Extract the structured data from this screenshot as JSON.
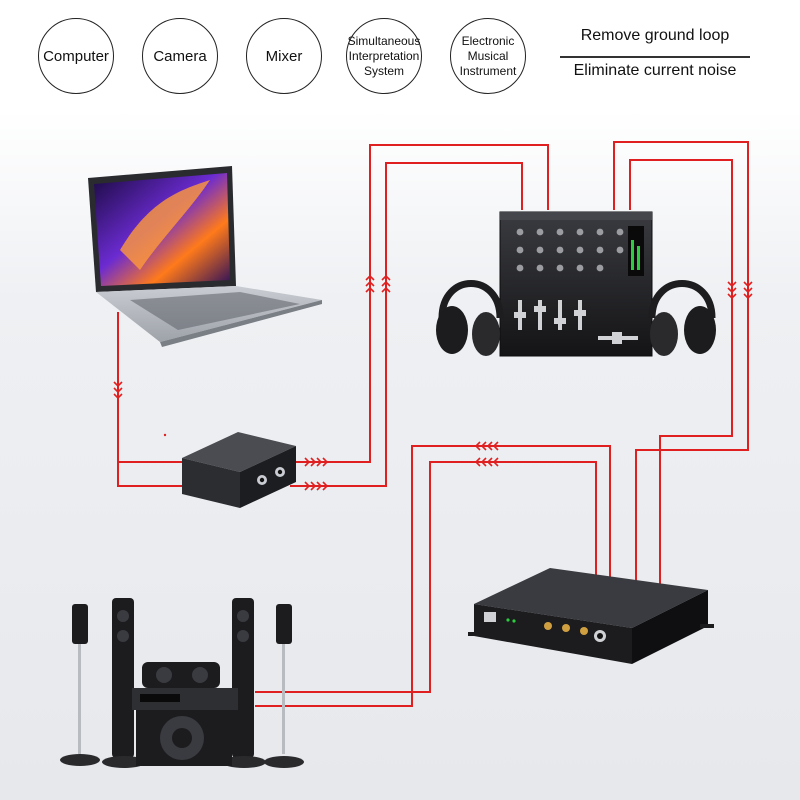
{
  "categories": [
    {
      "label": "Computer",
      "size": "big"
    },
    {
      "label": "Camera",
      "size": "big"
    },
    {
      "label": "Mixer",
      "size": "big"
    },
    {
      "label": "Simultaneous\nInterpretation\nSystem",
      "size": "small"
    },
    {
      "label": "Electronic\nMusical\nInstrument",
      "size": "small"
    }
  ],
  "taglines": {
    "line1": "Remove ground loop",
    "line2": "Eliminate current noise"
  },
  "colors": {
    "cable": "#e02020",
    "device_dark": "#1c1c1e",
    "device_mid": "#2e2f33",
    "laptop_body": "#b9bcc2",
    "screen_orange": "#ff7a1a",
    "screen_purple": "#6b2bd1"
  },
  "icons": {
    "laptop": "laptop-icon",
    "mixer": "dj-mixer-icon",
    "headphones": "headphones-icon",
    "isolator": "ground-loop-isolator-icon",
    "amplifier": "audio-amplifier-icon",
    "speakers": "home-theater-speakers-icon"
  }
}
